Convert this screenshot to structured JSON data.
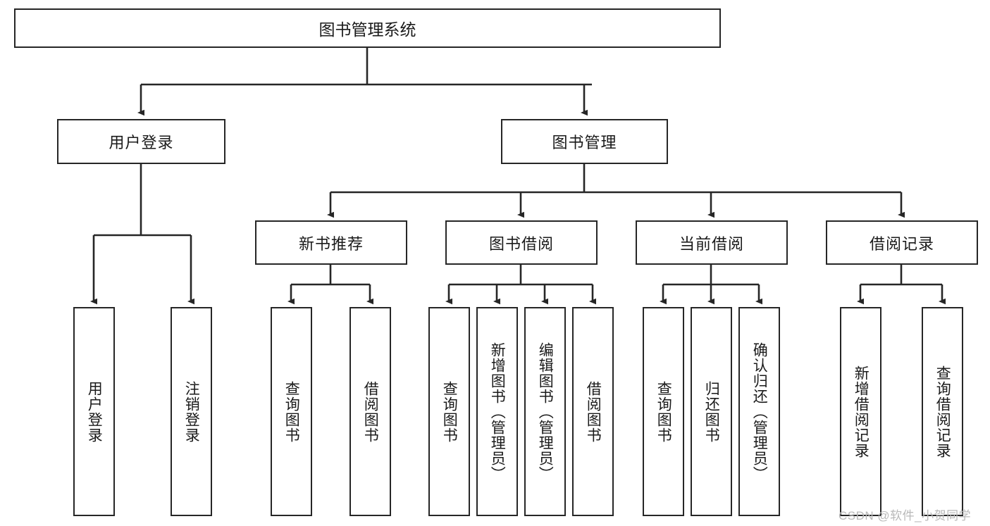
{
  "diagram": {
    "title_node": {
      "label": "图书管理系统"
    },
    "level1": [
      {
        "label": "用户登录"
      },
      {
        "label": "图书管理"
      }
    ],
    "level2": [
      {
        "label": "新书推荐"
      },
      {
        "label": "图书借阅"
      },
      {
        "label": "当前借阅"
      },
      {
        "label": "借阅记录"
      }
    ],
    "leaves": [
      {
        "label": "用户登录"
      },
      {
        "label": "注销登录"
      },
      {
        "label": "查询图书"
      },
      {
        "label": "借阅图书"
      },
      {
        "label": "查询图书"
      },
      {
        "label": "新增图书（管理员）"
      },
      {
        "label": "编辑图书（管理员）"
      },
      {
        "label": "借阅图书"
      },
      {
        "label": "查询图书"
      },
      {
        "label": "归还图书"
      },
      {
        "label": "确认归还（管理员）"
      },
      {
        "label": "新增借阅记录"
      },
      {
        "label": "查询借阅记录"
      }
    ]
  },
  "watermark": {
    "text": "CSDN @软件_小贺同学"
  },
  "colors": {
    "stroke": "#262626",
    "text": "#1a1a1a",
    "background": "#ffffff",
    "watermark": "#b9b9b9"
  }
}
